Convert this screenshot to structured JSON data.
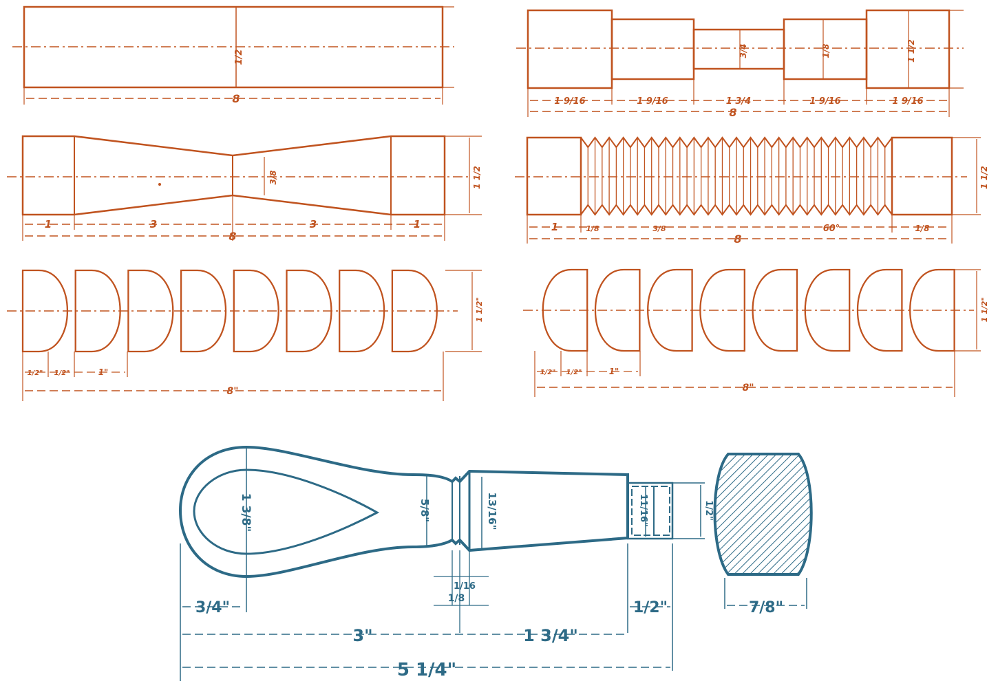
{
  "colors": {
    "orange": "#c0531f",
    "blue": "#2d6a86"
  },
  "p1": {
    "len": "8",
    "dia": "1/2"
  },
  "p2": {
    "d1": "1 9/16",
    "d2": "1 9/16",
    "d3": "1 3/4",
    "d4": "1 9/16",
    "d5": "1 9/16",
    "len": "8",
    "dneck": "3/4",
    "dmid": "1/8",
    "dend": "1 1/2"
  },
  "p3": {
    "a": "1",
    "b": "3",
    "c": "3",
    "d": "1",
    "len": "8",
    "neck": "3/8",
    "dia": "1 1/2"
  },
  "p4": {
    "a": "1",
    "b": "1/8",
    "c": "3/8",
    "angle": "60°",
    "d": "1/8",
    "len": "8",
    "dia": "1 1/2"
  },
  "p5": {
    "a": "1/2\"",
    "b": "1/2\"",
    "c": "1\"",
    "len": "8\"",
    "dia": "1 1/2\""
  },
  "p6": {
    "a": "1/2\"",
    "b": "1/2\"",
    "c": "1\"",
    "len": "8\"",
    "dia": "1 1/2\""
  },
  "handle": {
    "loop": "1 3/8\"",
    "neck": "5/8\"",
    "body": "13/16\"",
    "tang": "11/16\"",
    "end": "1/2\"",
    "collar": "1/16",
    "collar2": "1/8",
    "w_loop": "3/4\"",
    "w_body": "3\"",
    "w_taper": "1 3/4\"",
    "w_tang": "1/2\"",
    "total": "5 1/4\"",
    "section": "7/8\""
  }
}
